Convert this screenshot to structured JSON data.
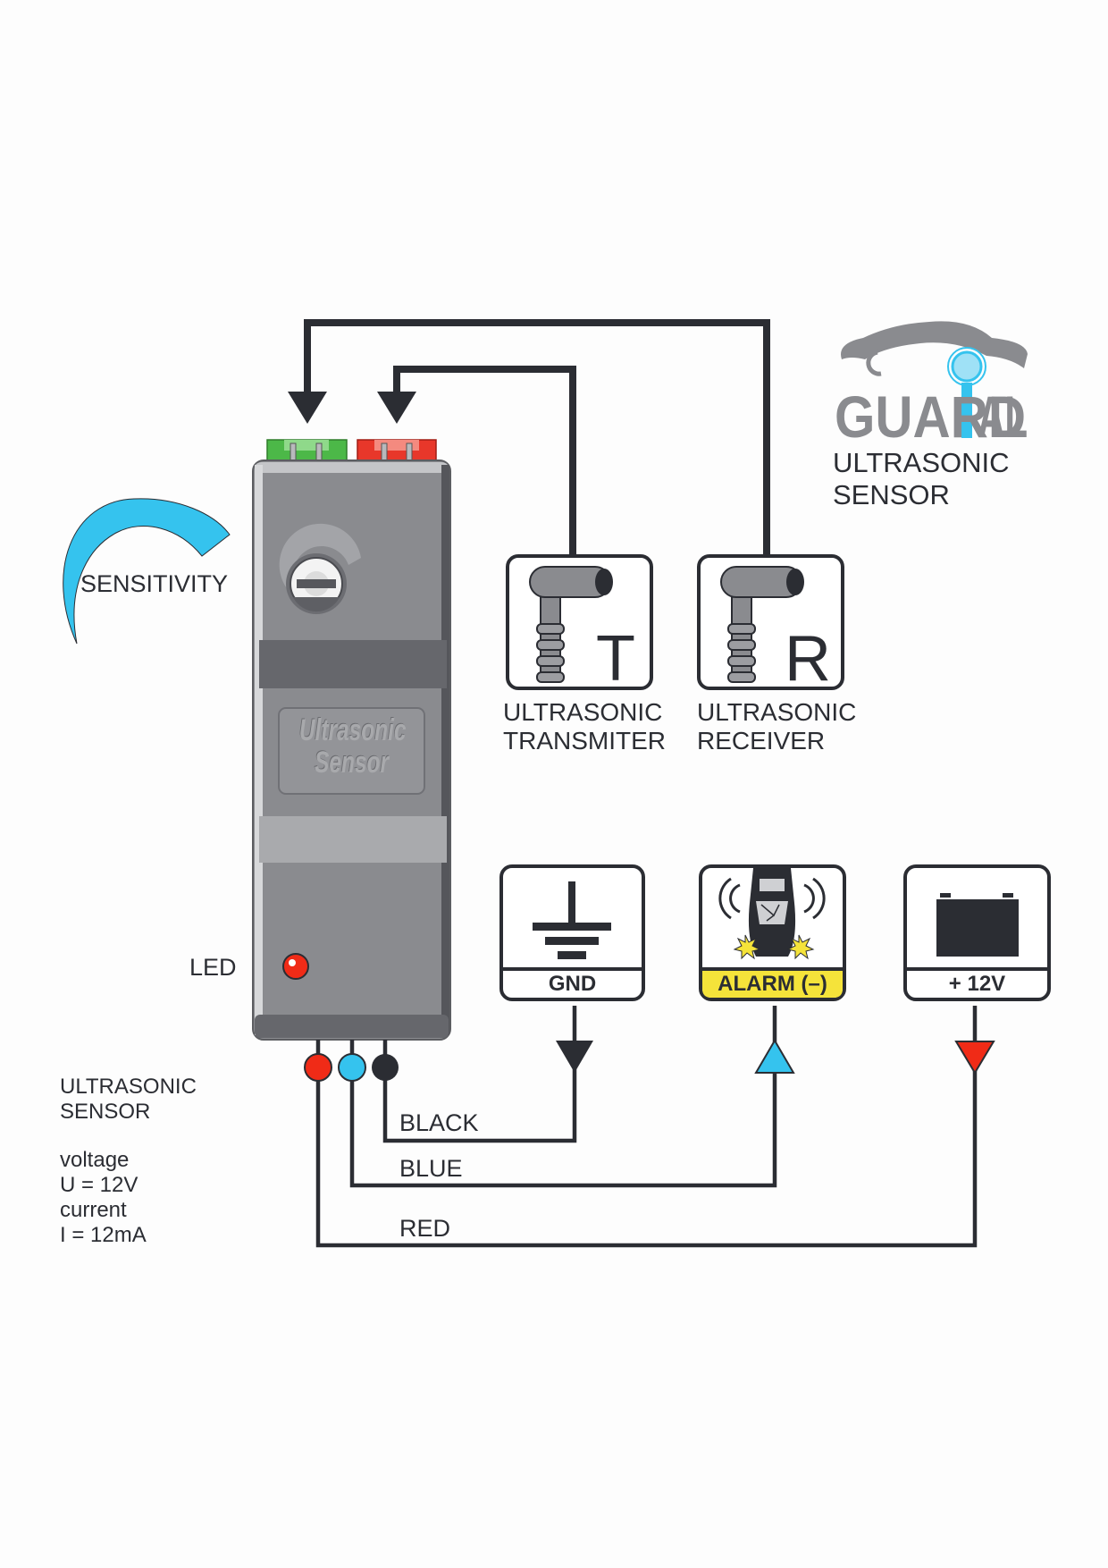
{
  "logo": {
    "brand": "GUARDIAL",
    "subtitle_line1": "ULTRASONIC",
    "subtitle_line2": "SENSOR"
  },
  "device": {
    "label_line1": "Ultrasonic",
    "label_line2": "Sensor",
    "sensitivity_label": "SENSITIVITY",
    "led_label": "LED"
  },
  "modules": {
    "transmitter": {
      "letter": "T",
      "line1": "ULTRASONIC",
      "line2": "TRANSMITER"
    },
    "receiver": {
      "letter": "R",
      "line1": "ULTRASONIC",
      "line2": "RECEIVER"
    }
  },
  "terminals": {
    "gnd": {
      "label": "GND"
    },
    "alarm": {
      "label": "ALARM (–)"
    },
    "power": {
      "label": "+ 12V"
    }
  },
  "wires": {
    "black": {
      "label": "BLACK",
      "color": "#2b2d33"
    },
    "blue": {
      "label": "BLUE",
      "color": "#35c3ee"
    },
    "red": {
      "label": "RED",
      "color": "#f02b17"
    }
  },
  "specs": {
    "title_line1": "ULTRASONIC",
    "title_line2": "SENSOR",
    "voltage_label": "voltage",
    "voltage_value": "U = 12V",
    "current_label": "current",
    "current_value": "I = 12mA"
  },
  "colors": {
    "ink": "#2b2d33",
    "accent_blue": "#35c3ee",
    "alarm_yellow": "#f5e33a",
    "device_gray": "#8a8b8f",
    "connector_green": "#4cb848",
    "connector_red": "#e8372a"
  }
}
